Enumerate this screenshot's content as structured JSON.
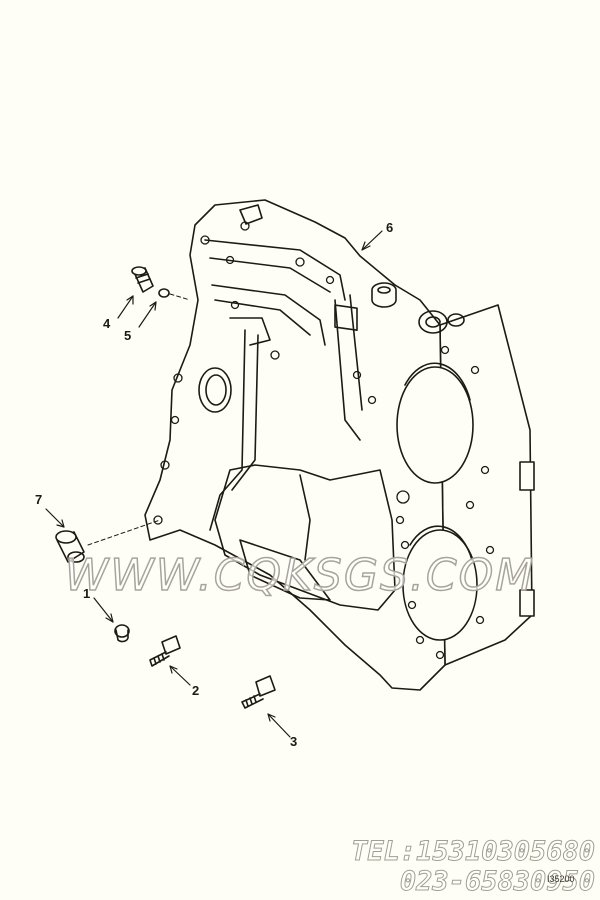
{
  "callouts": {
    "c1": "1",
    "c2": "2",
    "c3": "3",
    "c4": "4",
    "c5": "5",
    "c6": "6",
    "c7": "7"
  },
  "watermark": "WWW.CQKSGS.COM",
  "contact": {
    "tel": "TEL:15310305680",
    "phone": "023-65830950"
  },
  "figure_code": "I35200",
  "colors": {
    "line": "#1d1a12",
    "paper": "#fffef6",
    "watermark_outline": "#a9a49a"
  }
}
